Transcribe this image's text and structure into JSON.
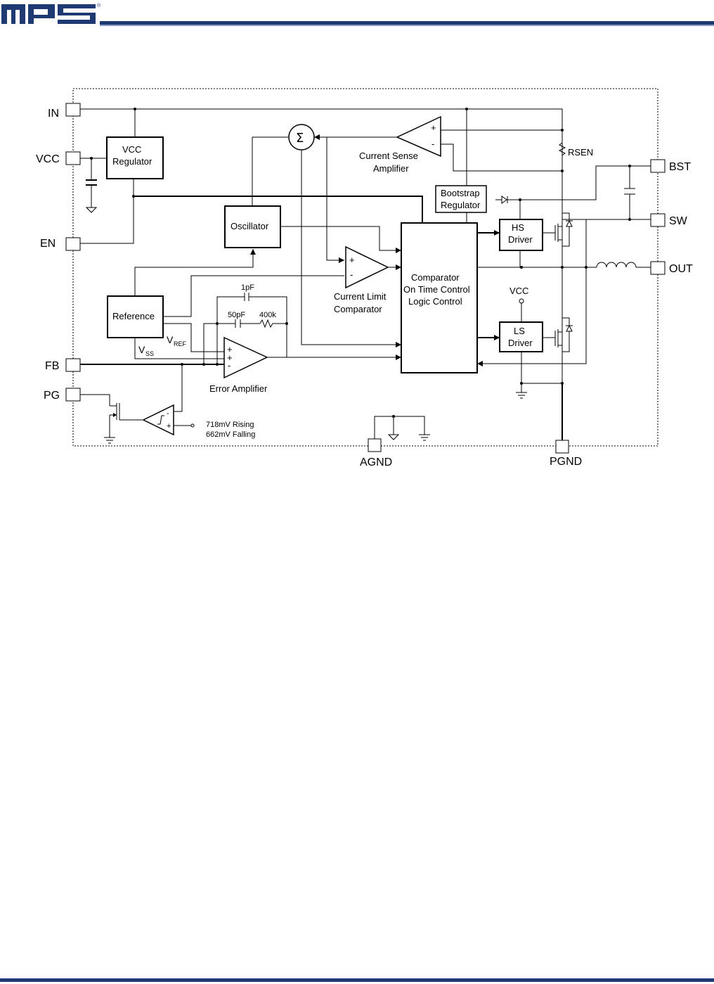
{
  "header": {
    "logo_text": "mps",
    "accent_color": "#1f3a73"
  },
  "pins": {
    "in": "IN",
    "vcc": "VCC",
    "en": "EN",
    "fb": "FB",
    "pg": "PG",
    "bst": "BST",
    "sw": "SW",
    "out": "OUT",
    "agnd": "AGND",
    "pgnd": "PGND"
  },
  "blocks": {
    "vcc_regulator": [
      "VCC",
      "Regulator"
    ],
    "oscillator": "Oscillator",
    "reference": "Reference",
    "bootstrap_regulator": [
      "Bootstrap",
      "Regulator"
    ],
    "hs_driver": [
      "HS",
      "Driver"
    ],
    "ls_driver": [
      "LS",
      "Driver"
    ],
    "comparator": [
      "Comparator",
      "On Time Control",
      "Logic Control"
    ],
    "current_sense_amplifier": [
      "Current Sense",
      "Amplifier"
    ],
    "current_limit_comparator": [
      "Current Limit",
      "Comparator"
    ],
    "error_amplifier": "Error Amplifier"
  },
  "labels": {
    "rsen": "RSEN",
    "vcc_node": "VCC",
    "vref_main": "V",
    "vref_sub": "REF",
    "vss_main": "V",
    "vss_sub": "SS",
    "cap_1pf": "1pF",
    "cap_50pf": "50pF",
    "res_400k": "400k",
    "pg_rising": "718mV Rising",
    "pg_falling": "662mV Falling",
    "sigma": "Σ",
    "plus": "+",
    "minus": "-"
  }
}
